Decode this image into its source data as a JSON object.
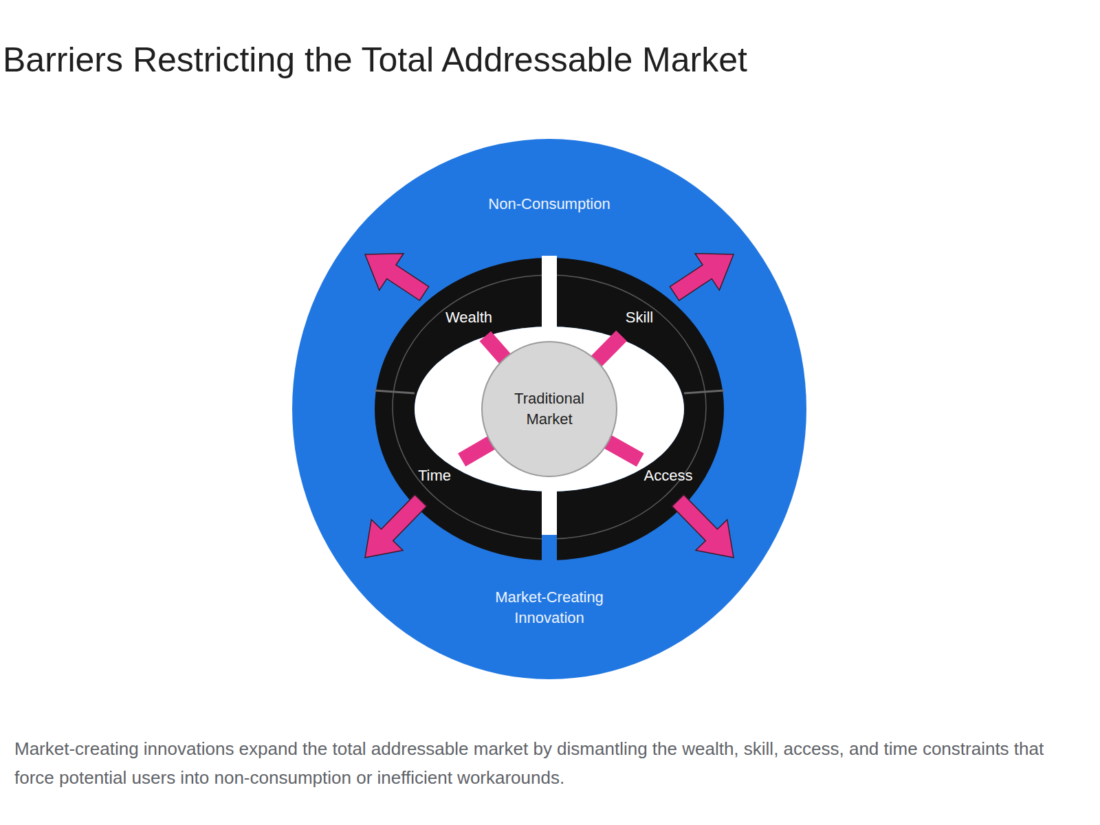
{
  "diagram": {
    "title": "Barriers Restricting the Total Addressable Market",
    "caption": "Market-creating innovations expand the total addressable market by dismantling the wealth, skill, access, and time constraints that force potential users into non-consumption or inefficient workarounds.",
    "nodes": [
      {
        "text": [
          "Non-Consumption",
          "Market-Creating Innovation"
        ]
      },
      {
        "text": [
          "Wealth"
        ],
        "in": 0
      },
      {
        "text": [
          "Skill"
        ],
        "in": 0
      },
      {
        "text": [
          "Traditional Market"
        ],
        "in": 0
      },
      {
        "text": [
          "Time"
        ],
        "in": 0
      },
      {
        "text": [
          "Access"
        ],
        "in": 0
      }
    ],
    "edges": [
      {
        "from": 3,
        "to": 1,
        "arrow": "none"
      },
      {
        "from": 3,
        "to": 2,
        "arrow": "none"
      },
      {
        "from": 3,
        "to": 4,
        "arrow": "none"
      },
      {
        "from": 3,
        "to": 5,
        "arrow": "none"
      }
    ]
  }
}
